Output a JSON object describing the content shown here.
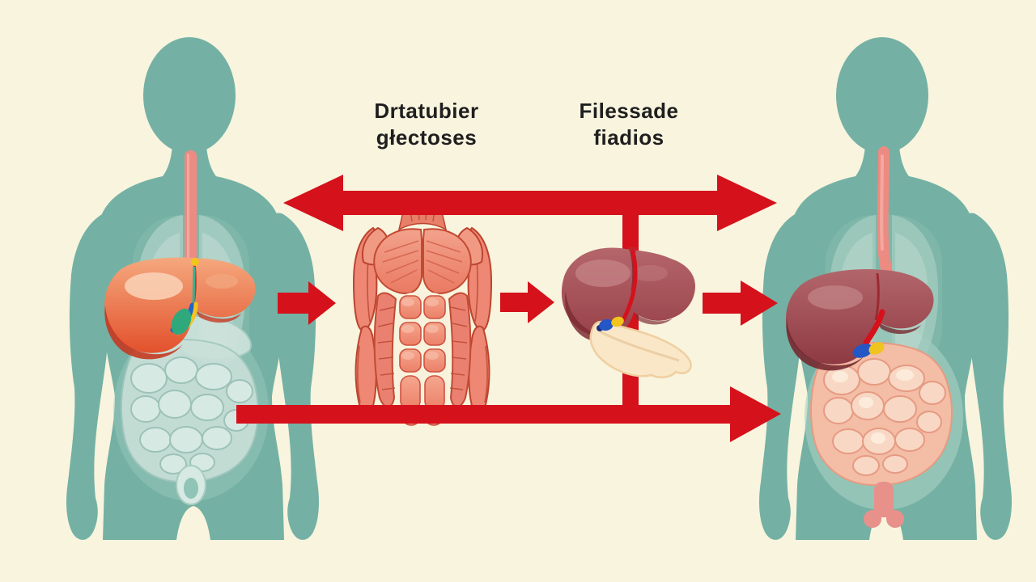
{
  "header": {
    "label_muscle": {
      "line1": "Drtatubier",
      "line2": "głectoses"
    },
    "label_liver": {
      "line1": "Filessade",
      "line2": "fiadios"
    }
  },
  "colors": {
    "background": "#f8f4de",
    "body": "#74b1a4",
    "arrow": "#d5111c",
    "text": "#1f1f1f",
    "muscle": "#ee8773",
    "liver-left": "#e8603c",
    "liver-right": "#9c444b",
    "pancreas": "#f9e7c8",
    "intestine-left": "#cfe4dd",
    "intestine-right": "#f5c9b1",
    "esophagus": "#ec8b82"
  }
}
